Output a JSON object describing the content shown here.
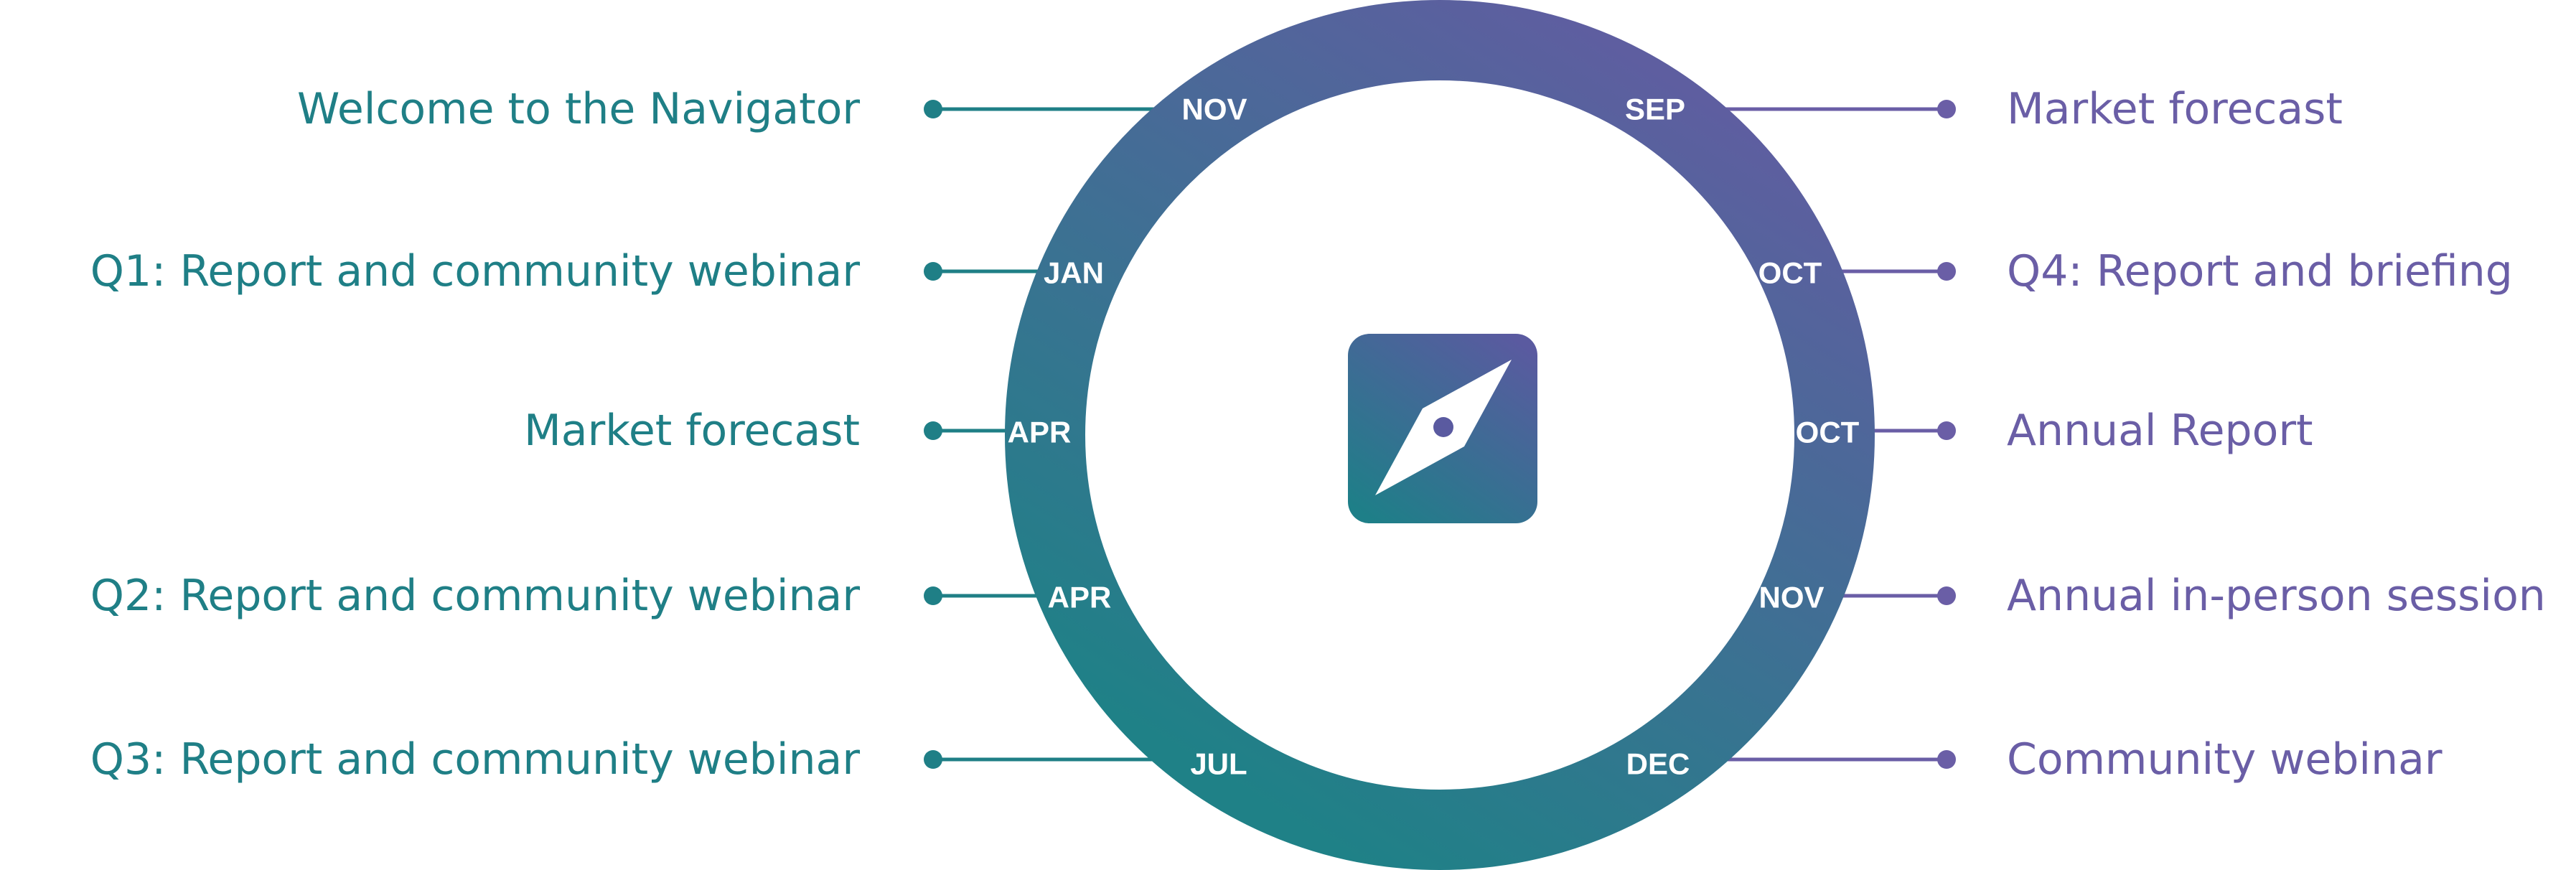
{
  "colors": {
    "teal": "#1f7f86",
    "purple": "#6a5ea6",
    "ring_start": "#5e5ea0",
    "ring_end": "#1f8187",
    "icon_start": "#5a5aa0",
    "icon_end": "#1e7f88",
    "background": "#ffffff"
  },
  "center_icon": {
    "name": "compass-icon"
  },
  "left_events": [
    {
      "label": "Welcome to the Navigator",
      "month": "NOV"
    },
    {
      "label": "Q1: Report and community webinar",
      "month": "JAN"
    },
    {
      "label": "Market forecast",
      "month": "APR"
    },
    {
      "label": "Q2: Report and community webinar",
      "month": "APR"
    },
    {
      "label": "Q3: Report and community webinar",
      "month": "JUL"
    }
  ],
  "right_events": [
    {
      "label": "Market forecast",
      "month": "SEP"
    },
    {
      "label": "Q4: Report and briefing",
      "month": "OCT"
    },
    {
      "label": "Annual Report",
      "month": "OCT"
    },
    {
      "label": "Annual in-person session",
      "month": "NOV"
    },
    {
      "label": "Community webinar",
      "month": "DEC"
    }
  ]
}
